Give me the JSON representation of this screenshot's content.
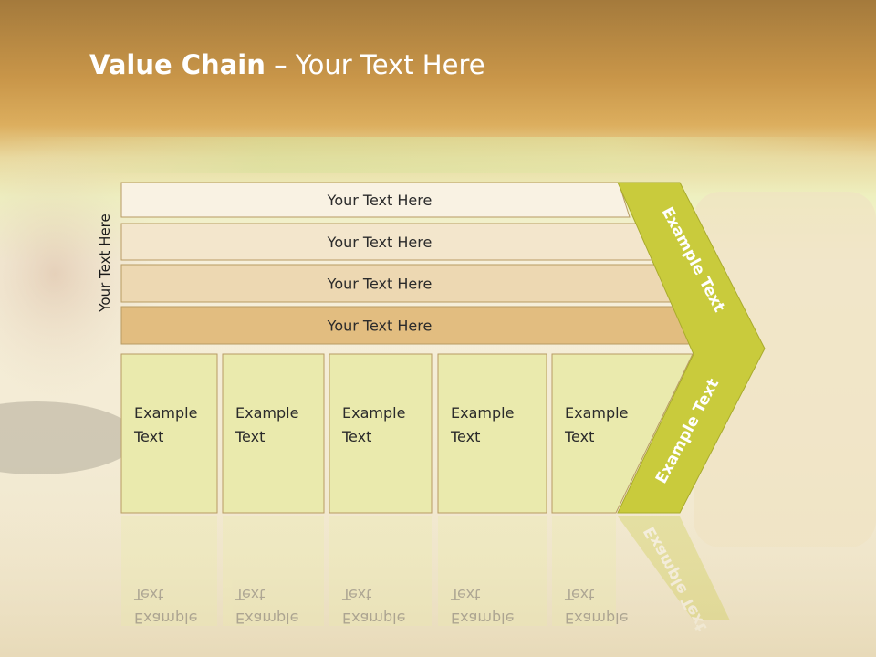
{
  "slide": {
    "title_bold": "Value Chain",
    "title_rest": " – Your Text Here",
    "side_label": "Your Text Here"
  },
  "rows": [
    {
      "label": "Your Text Here",
      "color": "#f9f2e3"
    },
    {
      "label": "Your Text Here",
      "color": "#f3e6cc"
    },
    {
      "label": "Your Text Here",
      "color": "#edd8b2"
    },
    {
      "label": "Your Text Here",
      "color": "#e2bd80"
    }
  ],
  "columns": [
    {
      "line1": "Example",
      "line2": "Text"
    },
    {
      "line1": "Example",
      "line2": "Text"
    },
    {
      "line1": "Example",
      "line2": "Text"
    },
    {
      "line1": "Example",
      "line2": "Text"
    },
    {
      "line1": "Example",
      "line2": "Text"
    }
  ],
  "chevron": {
    "upper_label": "Example Text",
    "lower_label": "Example Text",
    "color": "#c9cb3c"
  },
  "colors": {
    "column_fill": "#eaeaad",
    "header_band": "#c8974a"
  }
}
